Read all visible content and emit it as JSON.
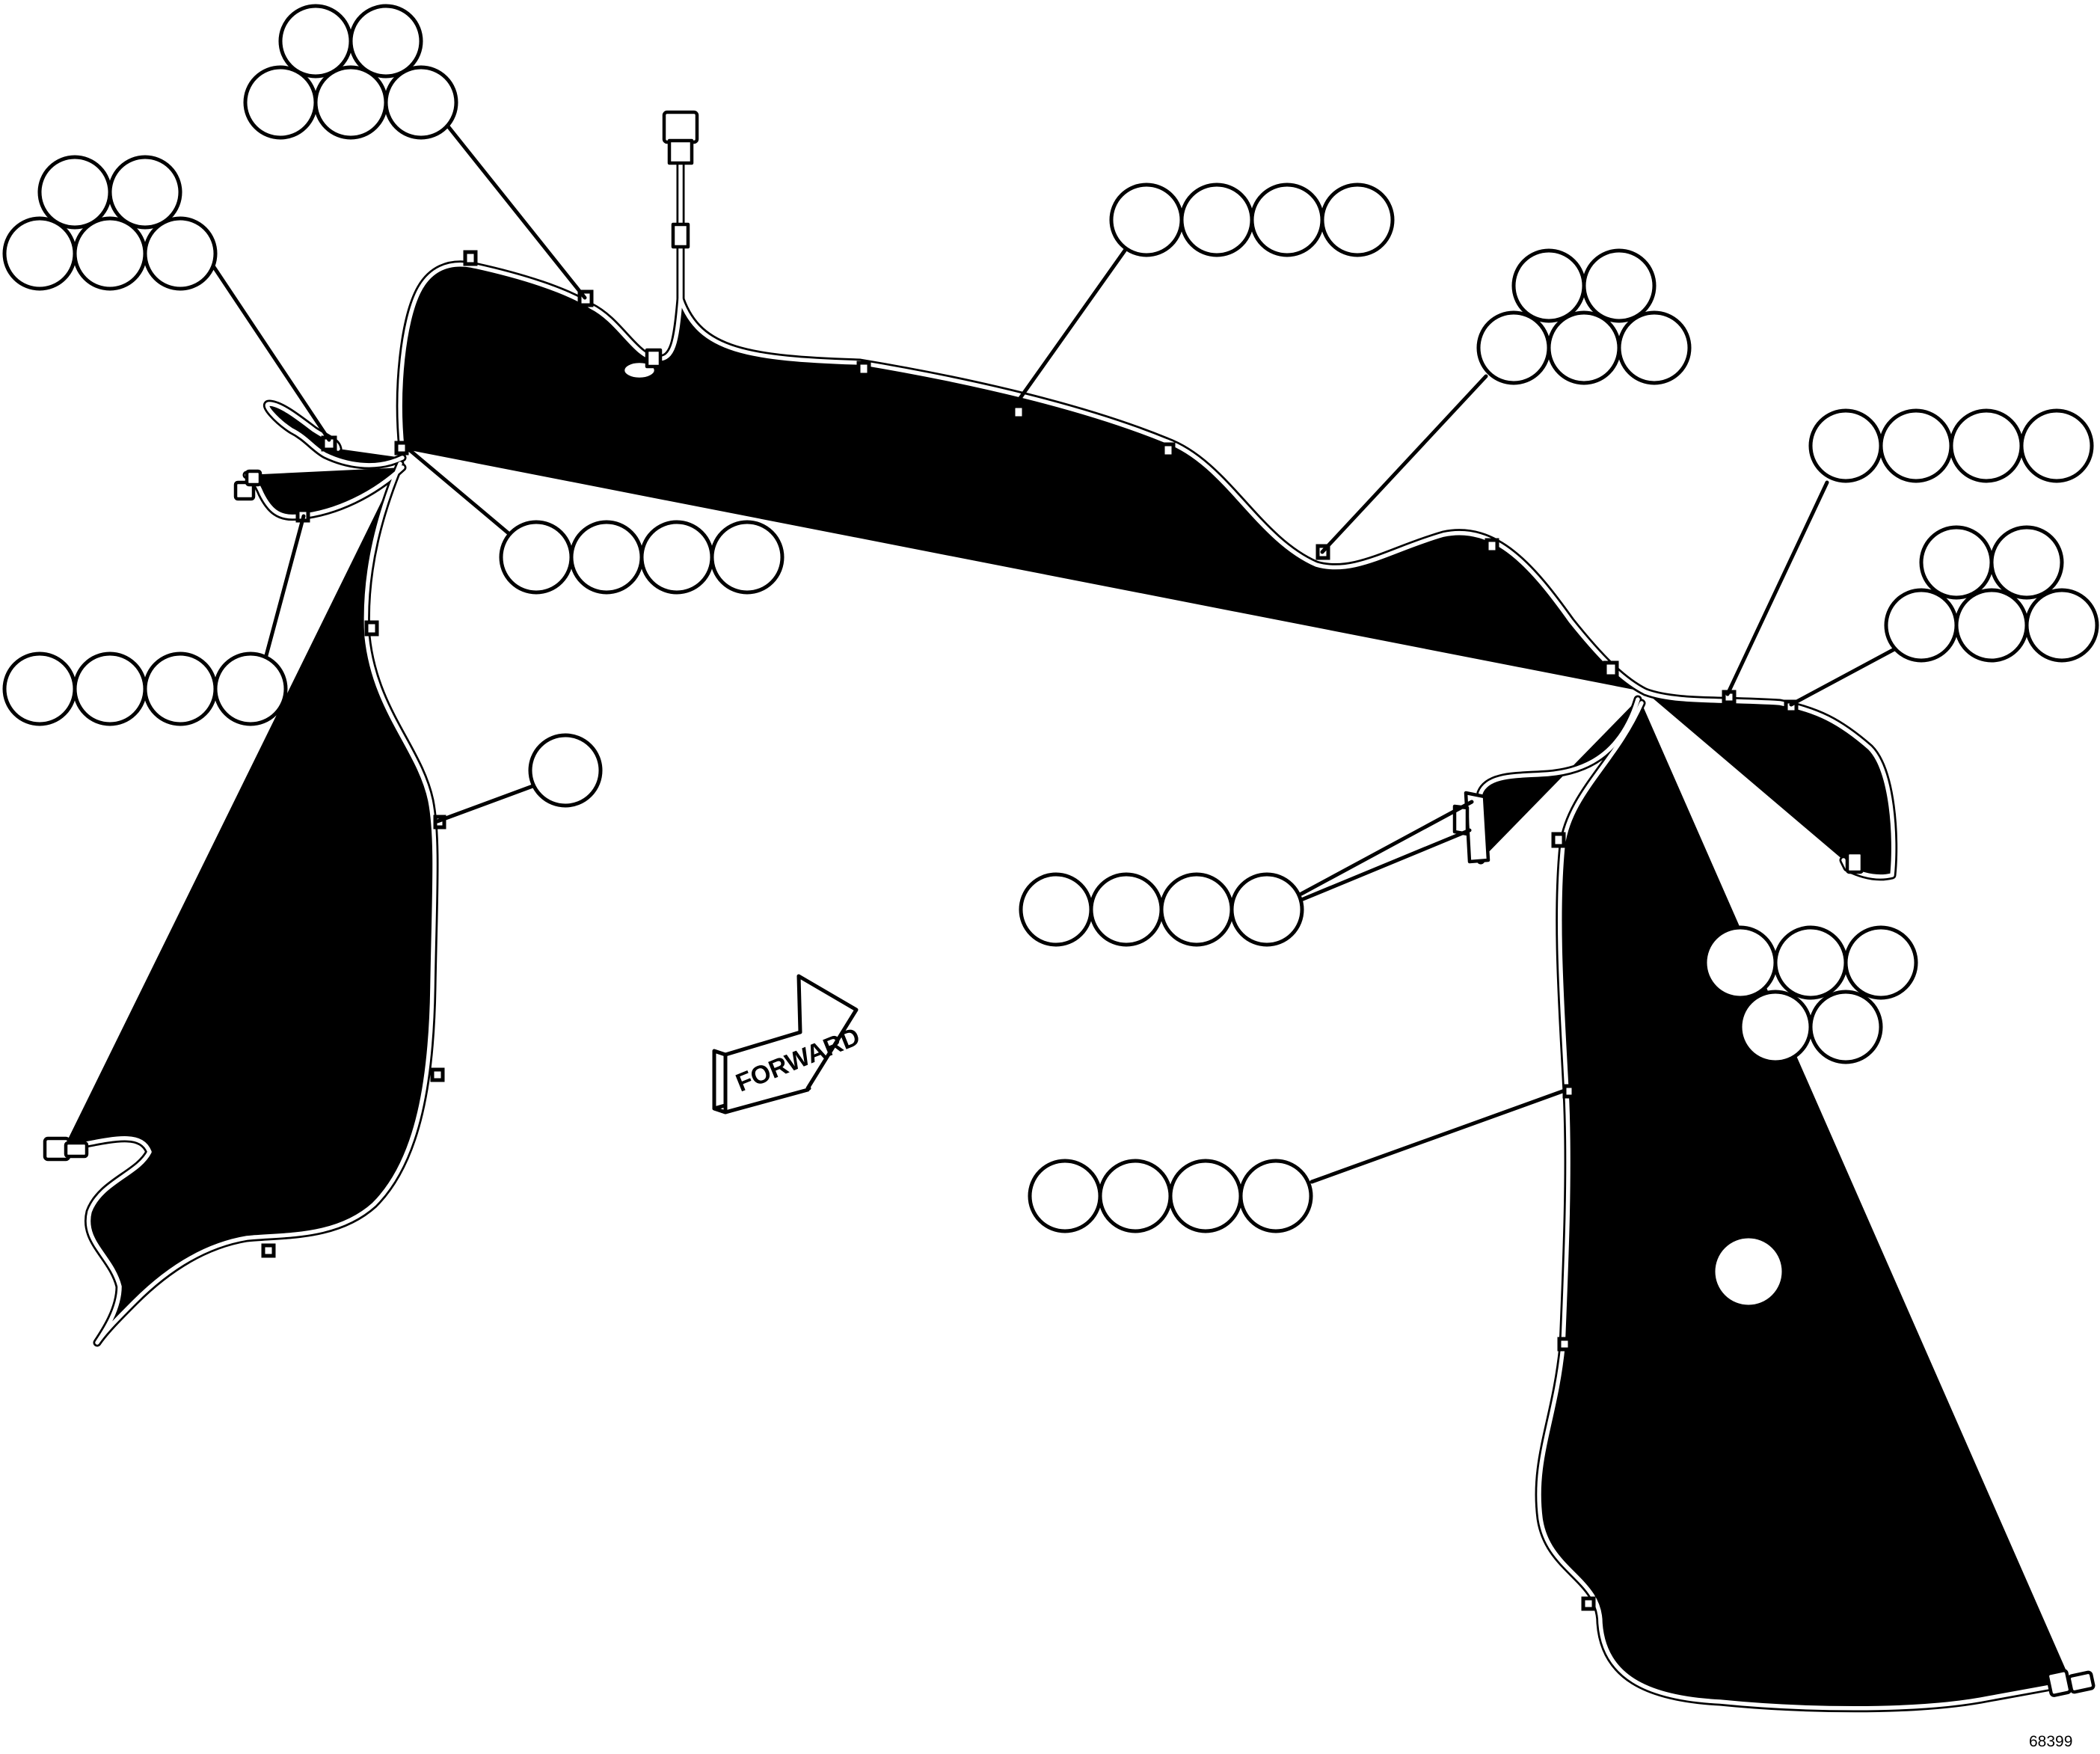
{
  "diagram": {
    "direction_label": "FORWARD",
    "figure_number": "68399",
    "callout_groups": [
      {
        "id": "top-left-upper",
        "balloon_count": 5
      },
      {
        "id": "left-upper",
        "balloon_count": 5
      },
      {
        "id": "left-row-4-near-junction",
        "balloon_count": 4
      },
      {
        "id": "left-row-4-lower",
        "balloon_count": 4
      },
      {
        "id": "left-single",
        "balloon_count": 1
      },
      {
        "id": "top-center-row-4",
        "balloon_count": 4
      },
      {
        "id": "center-right-cluster-5",
        "balloon_count": 5
      },
      {
        "id": "right-row-4",
        "balloon_count": 4
      },
      {
        "id": "right-cluster-5",
        "balloon_count": 5
      },
      {
        "id": "center-row-4",
        "balloon_count": 4
      },
      {
        "id": "right-cluster-5-lower",
        "balloon_count": 5
      },
      {
        "id": "lower-center-row-4",
        "balloon_count": 4
      },
      {
        "id": "lower-right-single",
        "balloon_count": 1
      }
    ]
  }
}
